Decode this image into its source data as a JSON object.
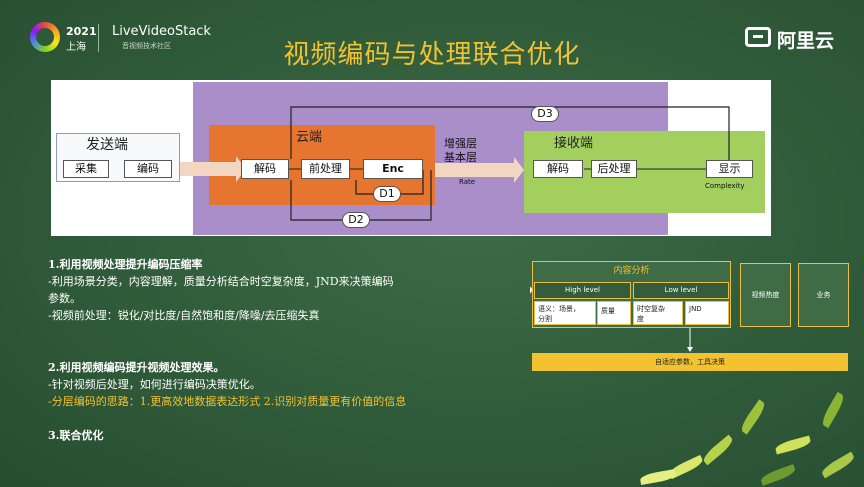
{
  "header": {
    "event_year": "2021",
    "event_city": "上海",
    "brand": "LiveVideoStack",
    "brand_sub": "音视频技术社区",
    "title": "视频编码与处理联合优化",
    "company": "阿里云"
  },
  "diagram": {
    "sender": "发送端",
    "capture": "采集",
    "encode": "编码",
    "cloud": "云端",
    "cloud_decode": "解码",
    "preprocess": "前处理",
    "enc": "Enc",
    "d1": "D1",
    "d2": "D2",
    "d3": "D3",
    "layer_enh": "增强层",
    "layer_base": "基本层",
    "rate": "Rate",
    "receiver": "接收端",
    "recv_decode": "解码",
    "postprocess": "后处理",
    "display": "显示",
    "complexity": "Complexity"
  },
  "text": {
    "s1_head": "1.利用视频处理提升编码压缩率",
    "s1_l1": "-利用场景分类，内容理解，质量分析结合时空复杂度，JND来决策编码",
    "s1_l2": "参数。",
    "s1_l3": "-视频前处理：锐化/对比度/自然饱和度/降噪/去压缩失真",
    "s2_head": "2.利用视频编码提升视频处理效果。",
    "s2_l1": "-针对视频后处理，如何进行编码决策优化。",
    "s2_l2": "-分层编码的思路：1.更高效地数据表达形式  2.识别对质量更有价值的信息",
    "s3_head": "3.联合优化"
  },
  "analysis": {
    "title": "内容分析",
    "high": "High level",
    "low": "Low level",
    "semantic_1": "语义：场景，",
    "semantic_2": "分割",
    "quality": "质量",
    "spatio_1": "时空复杂",
    "spatio_2": "度",
    "jnd": "JND",
    "popularity": "视频热度",
    "business": "业务",
    "decision": "自适应参数，工具决策"
  },
  "colors": {
    "background": "#2f5a39",
    "title_yellow": "#f2c230",
    "purple": "#a98ec9",
    "orange": "#e6752f",
    "green": "#a2cf5e"
  }
}
